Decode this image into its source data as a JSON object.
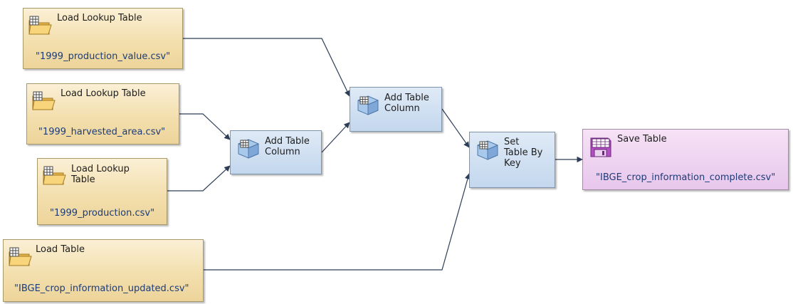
{
  "nodes": {
    "load1": {
      "title": "Load Lookup Table",
      "file": "\"1999_production_value.csv\""
    },
    "load2": {
      "title": "Load Lookup Table",
      "file": "\"1999_harvested_area.csv\""
    },
    "load3": {
      "title": "Load Lookup\nTable",
      "file": "\"1999_production.csv\""
    },
    "load4": {
      "title": "Load Table",
      "file": "\"IBGE_crop_information_updated.csv\""
    },
    "add1": {
      "title": "Add Table\nColumn"
    },
    "add2": {
      "title": "Add Table\nColumn"
    },
    "setkey": {
      "title": "Set\nTable By\nKey"
    },
    "save": {
      "title": "Save Table",
      "file": "\"IBGE_crop_information_complete.csv\""
    }
  },
  "icons": {
    "load": "folder-table-icon",
    "process": "cube-table-icon",
    "save": "floppy-disk-icon"
  },
  "colors": {
    "load_fill": "#f3dfae",
    "process_fill": "#c3d7ee",
    "save_fill": "#e7c7ec",
    "connector": "#2c3e57",
    "file_text": "#1c3c78"
  }
}
